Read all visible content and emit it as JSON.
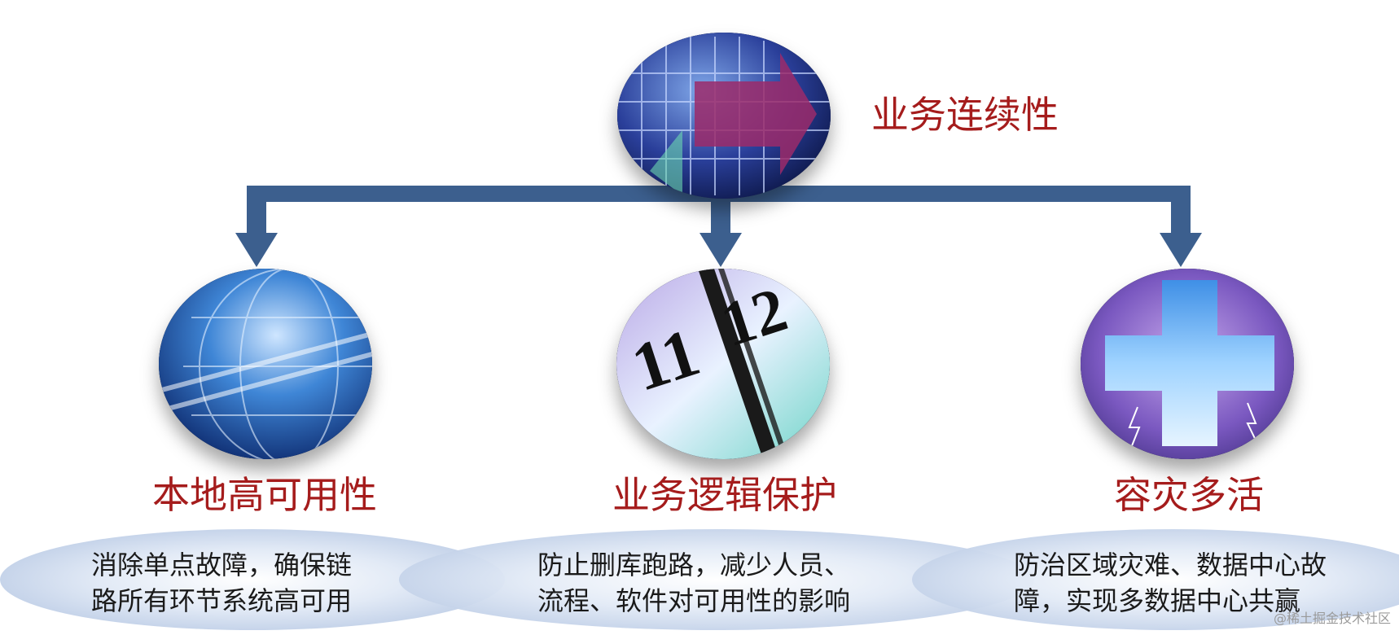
{
  "root": {
    "title": "业务连续性",
    "icon": "business-continuity-arrow-icon"
  },
  "branches": [
    {
      "title": "本地高可用性",
      "icon": "globe-icon",
      "description": [
        "消除单点故障，确保链",
        "路所有环节系统高可用"
      ]
    },
    {
      "title": "业务逻辑保护",
      "icon": "clock-icon",
      "clock_numbers": [
        "11",
        "12"
      ],
      "description": [
        "防止删库跑路，减少人员、",
        "流程、软件对可用性的影响"
      ]
    },
    {
      "title": "容灾多活",
      "icon": "medical-cross-icon",
      "description": [
        "防治区域灾难、数据中心故",
        "障，实现多数据中心共赢"
      ]
    }
  ],
  "watermark": "@稀土掘金技术社区",
  "colors": {
    "title": "#a51c1c",
    "connector": "#3c5f8e",
    "ellipse": "#c9d6ea"
  }
}
